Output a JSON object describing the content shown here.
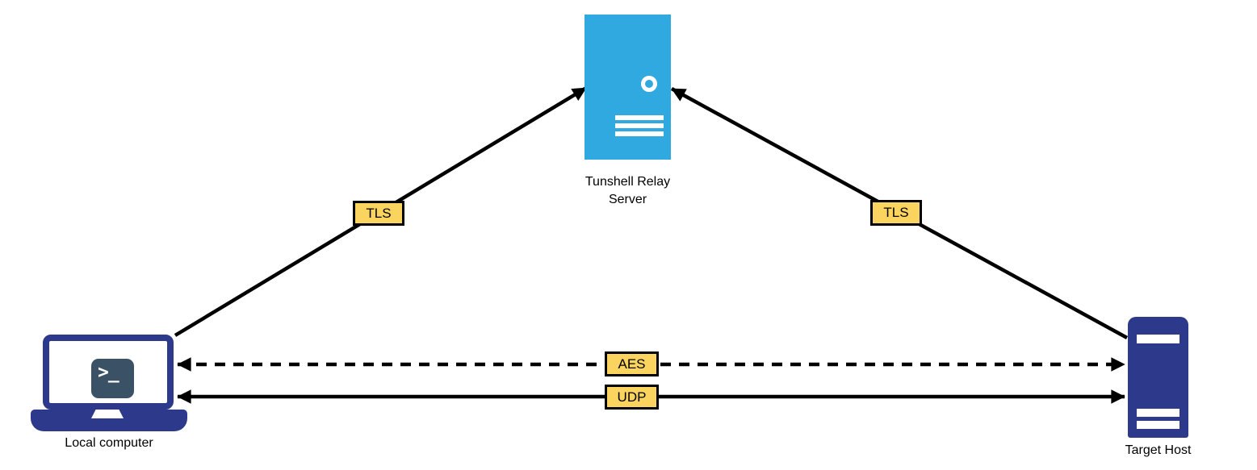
{
  "colors": {
    "navy": "#2d3a8c",
    "sky_blue": "#30a9e0",
    "label_yellow": "#fbd460",
    "terminal_slate": "#3b5266",
    "line_black": "#000000",
    "background": "#ffffff"
  },
  "nodes": {
    "relay": {
      "label": "Tunshell Relay Server"
    },
    "local": {
      "label": "Local computer",
      "screen_glyph": ">_"
    },
    "target": {
      "label": "Target Host"
    }
  },
  "edges": {
    "tls_left": {
      "label": "TLS",
      "from": "Local computer",
      "to": "Tunshell Relay Server",
      "style": "solid",
      "direction": "one-way"
    },
    "tls_right": {
      "label": "TLS",
      "from": "Target Host",
      "to": "Tunshell Relay Server",
      "style": "solid",
      "direction": "one-way"
    },
    "aes": {
      "label": "AES",
      "from": "Local computer",
      "to": "Target Host",
      "style": "dashed",
      "direction": "two-way"
    },
    "udp": {
      "label": "UDP",
      "from": "Local computer",
      "to": "Target Host",
      "style": "solid",
      "direction": "two-way"
    }
  }
}
